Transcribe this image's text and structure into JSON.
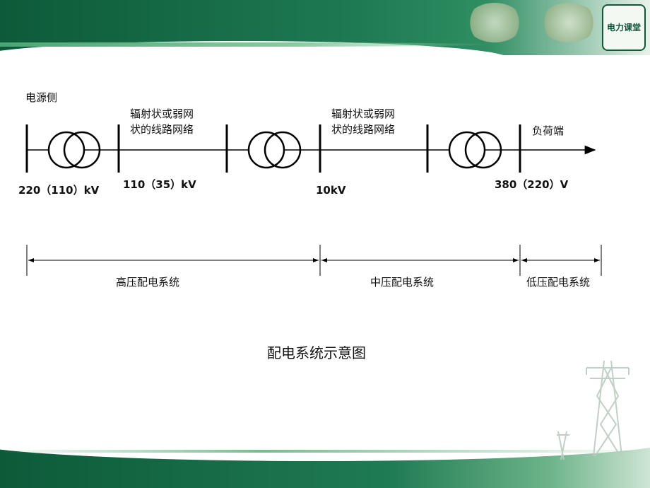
{
  "slide": {
    "brand_logo_text": "电力课堂"
  },
  "diagram": {
    "source_label": "电源侧",
    "network_label_1": "辐射状或弱网\n状的线路网络",
    "network_label_2": "辐射状或弱网\n状的线路网络",
    "load_label": "负荷端",
    "voltage_1": "220（110）kV",
    "voltage_2": "110（35）kV",
    "voltage_3": "10kV",
    "voltage_4": "380（220）V",
    "system_high": "高压配电系统",
    "system_mid": "中压配电系统",
    "system_low": "低压配电系统",
    "caption": "配电系统示意图"
  },
  "colors": {
    "theme_green": "#0d5a39",
    "line": "#000000"
  }
}
